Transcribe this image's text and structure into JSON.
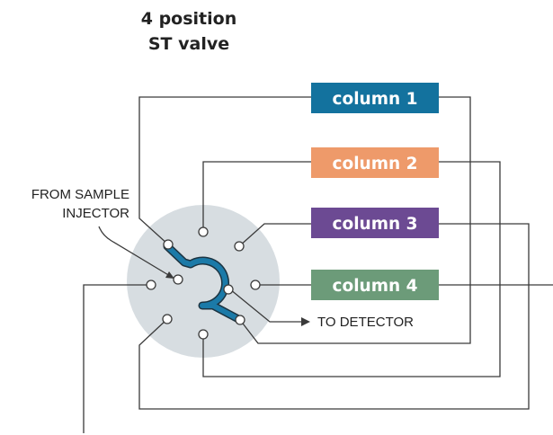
{
  "title": {
    "line1": "4 position",
    "line2": "ST valve"
  },
  "labels": {
    "from_sample_line1": "FROM SAMPLE",
    "from_sample_line2": "INJECTOR",
    "to_detector": "TO DETECTOR"
  },
  "columns": [
    {
      "label": "column 1",
      "color": "#13729e"
    },
    {
      "label": "column 2",
      "color": "#ee9a6a"
    },
    {
      "label": "column 3",
      "color": "#6c4a93"
    },
    {
      "label": "column 4",
      "color": "#6c9b79"
    }
  ],
  "colors": {
    "valve_body": "#d7dde1",
    "rotor_channel": "#1b7aa8",
    "rotor_outline": "#1c3442",
    "line": "#3a3a3a"
  }
}
